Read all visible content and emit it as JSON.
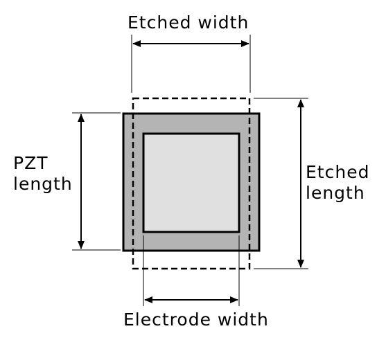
{
  "labels": {
    "etched_width": "Etched width",
    "pzt_length_line1": "PZT",
    "pzt_length_line2": "length",
    "etched_length_line1": "Etched",
    "etched_length_line2": "length",
    "electrode_width": "Electrode width"
  },
  "colors": {
    "pzt_fill": "#b4b4b4",
    "electrode_fill": "#e0e0e0",
    "stroke": "#000000"
  }
}
